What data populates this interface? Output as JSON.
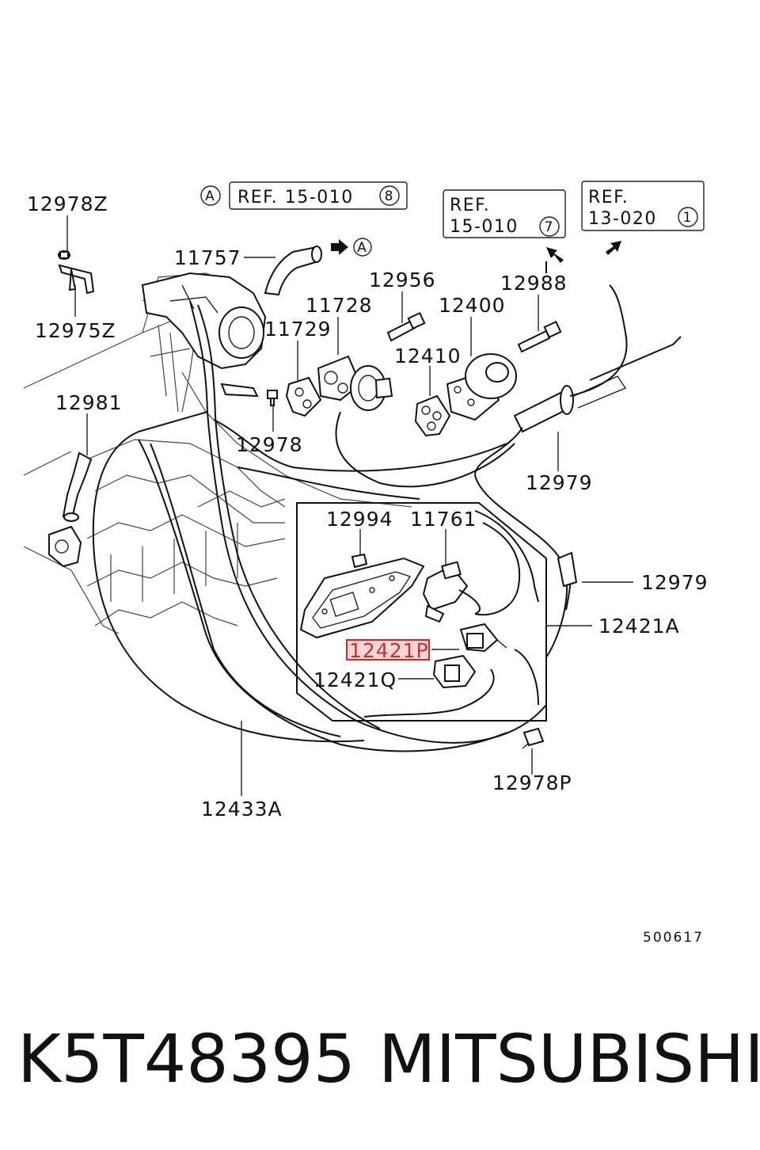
{
  "colors": {
    "highlight_box": "#d22222",
    "highlight_fill": "#fbd5d5",
    "ink": "#111111"
  },
  "diagram": {
    "labels": {
      "p12978Z": "12978Z",
      "p12975Z": "12975Z",
      "p11757": "11757",
      "p12956": "12956",
      "p12988": "12988",
      "p11728": "11728",
      "p12400": "12400",
      "p11729": "11729",
      "p12410": "12410",
      "p12981": "12981",
      "p12978": "12978",
      "p12979a": "12979",
      "p12994": "12994",
      "p11761": "11761",
      "p12979b": "12979",
      "p12421A": "12421A",
      "p12421P": "12421P",
      "p12421Q": "12421Q",
      "p12978P": "12978P",
      "p12433A": "12433A"
    },
    "refs": {
      "ref_a": {
        "marker": "A",
        "text": "REF. 15-010",
        "num": "8"
      },
      "ref_b": {
        "line1": "REF.",
        "line2": "15-010",
        "num": "7"
      },
      "ref_c": {
        "line1": "REF.",
        "line2": "13-020",
        "num": "1"
      },
      "arrow_marker": "A"
    },
    "diagram_number": "500617"
  },
  "caption": {
    "part_number": "K5T48395",
    "brand": "MITSUBISHI"
  }
}
